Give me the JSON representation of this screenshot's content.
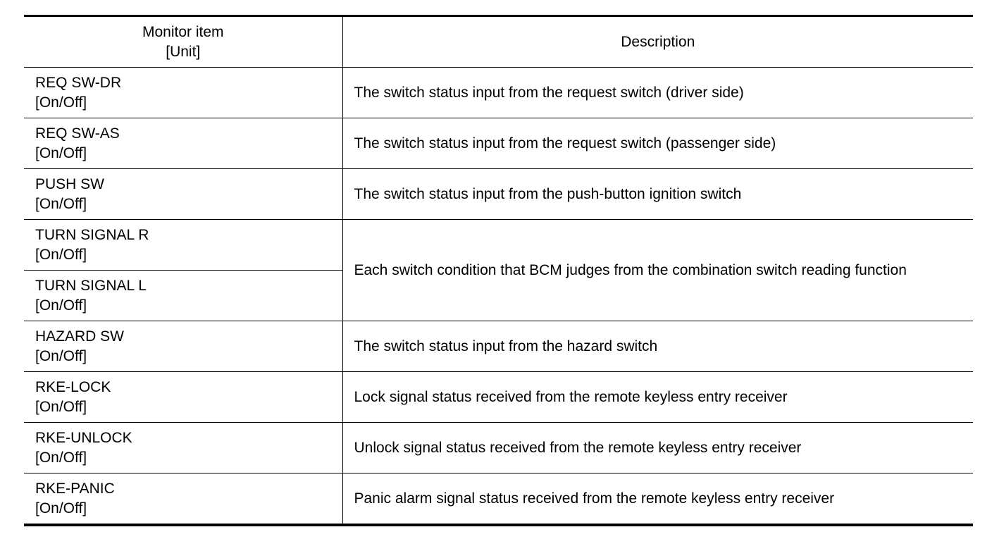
{
  "header": {
    "item_line1": "Monitor item",
    "item_line2": "[Unit]",
    "description": "Description"
  },
  "rows": [
    {
      "item": "REQ SW-DR",
      "unit": "[On/Off]",
      "description": "The switch status input from the request switch (driver side)"
    },
    {
      "item": "REQ SW-AS",
      "unit": "[On/Off]",
      "description": "The switch status input from the request switch (passenger side)"
    },
    {
      "item": "PUSH SW",
      "unit": "[On/Off]",
      "description": "The switch status input from the push-button ignition switch"
    },
    {
      "item": "TURN SIGNAL R",
      "unit": "[On/Off]",
      "description": "Each switch condition that BCM judges from the combination switch reading function"
    },
    {
      "item": "TURN SIGNAL L",
      "unit": "[On/Off]",
      "description": ""
    },
    {
      "item": "HAZARD SW",
      "unit": "[On/Off]",
      "description": "The switch status input from the hazard switch"
    },
    {
      "item": "RKE-LOCK",
      "unit": "[On/Off]",
      "description": "Lock signal status received from the remote keyless entry receiver"
    },
    {
      "item": "RKE-UNLOCK",
      "unit": "[On/Off]",
      "description": "Unlock signal status received from the remote keyless entry receiver"
    },
    {
      "item": "RKE-PANIC",
      "unit": "[On/Off]",
      "description": "Panic alarm signal status received from the remote keyless entry receiver"
    }
  ]
}
